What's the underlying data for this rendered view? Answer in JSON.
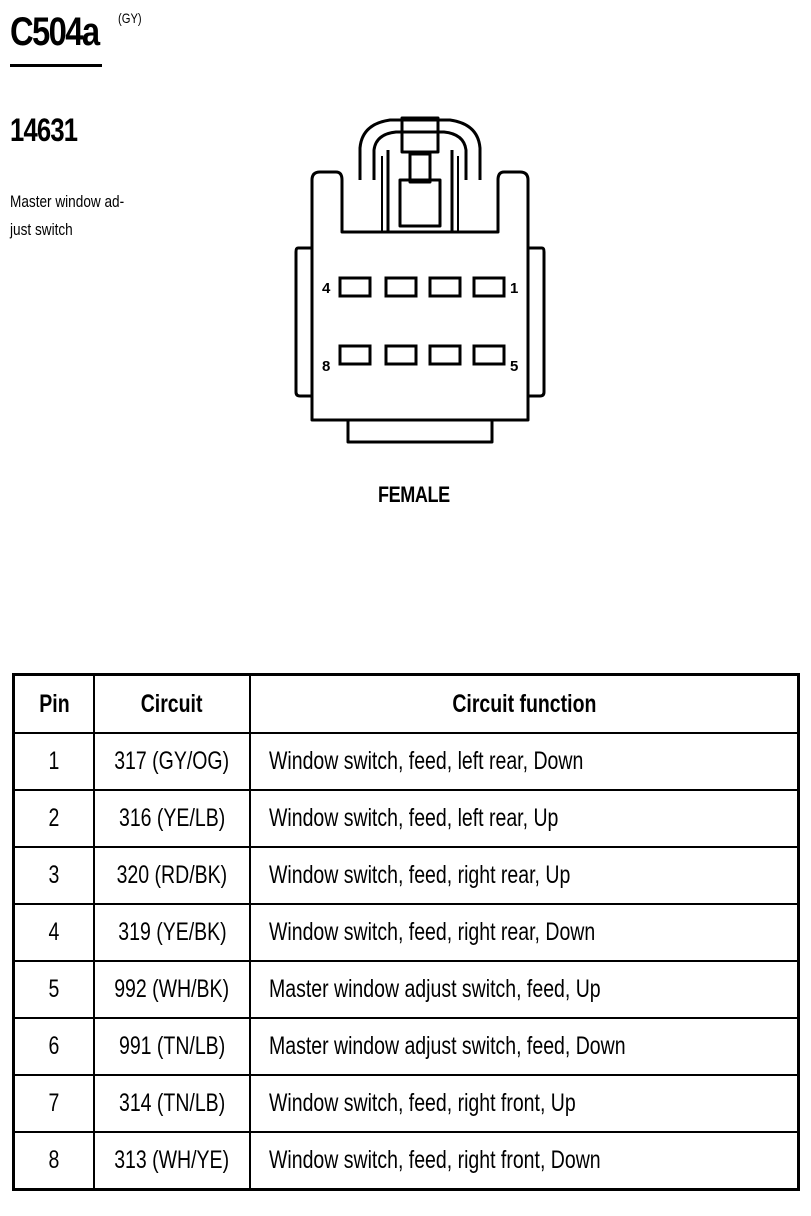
{
  "header": {
    "connector_id": "C504a",
    "connector_color": "(GY)",
    "part_number": "14631",
    "description": "Master window ad- just switch"
  },
  "connector": {
    "gender": "FEMALE",
    "top_row_left_pin": "4",
    "top_row_right_pin": "1",
    "bottom_row_left_pin": "8",
    "bottom_row_right_pin": "5"
  },
  "table": {
    "headers": {
      "pin": "Pin",
      "circuit": "Circuit",
      "function": "Circuit function"
    },
    "rows": [
      {
        "pin": "1",
        "circuit": "317 (GY/OG)",
        "function": "Window switch, feed, left rear, Down"
      },
      {
        "pin": "2",
        "circuit": "316 (YE/LB)",
        "function": "Window switch, feed, left rear, Up"
      },
      {
        "pin": "3",
        "circuit": "320 (RD/BK)",
        "function": "Window switch, feed, right rear, Up"
      },
      {
        "pin": "4",
        "circuit": "319 (YE/BK)",
        "function": "Window switch, feed, right rear, Down"
      },
      {
        "pin": "5",
        "circuit": "992 (WH/BK)",
        "function": "Master window adjust switch, feed, Up"
      },
      {
        "pin": "6",
        "circuit": "991 (TN/LB)",
        "function": "Master window adjust switch, feed, Down"
      },
      {
        "pin": "7",
        "circuit": "314 (TN/LB)",
        "function": "Window switch, feed, right front, Up"
      },
      {
        "pin": "8",
        "circuit": "313 (WH/YE)",
        "function": "Window switch, feed, right front, Down"
      }
    ]
  }
}
